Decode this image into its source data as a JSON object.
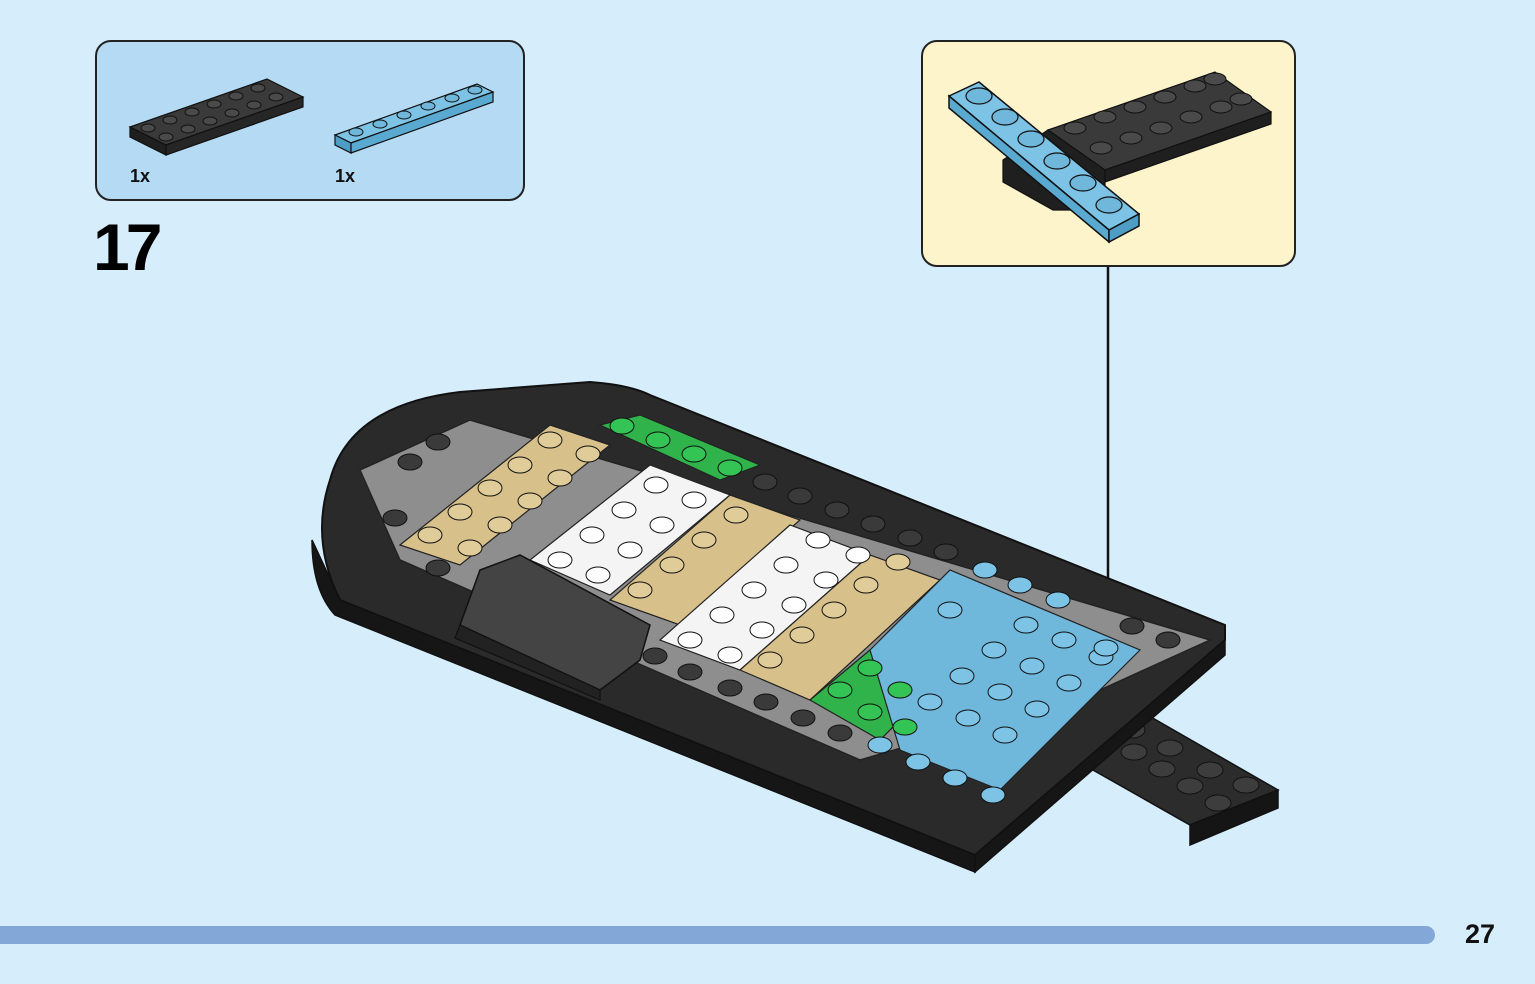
{
  "step": {
    "number": "17"
  },
  "parts": [
    {
      "quantity": "1x",
      "color": "black",
      "shape": "plate-2x6"
    },
    {
      "quantity": "1x",
      "color": "light-blue",
      "shape": "plate-1x6"
    }
  ],
  "page": {
    "number": "27"
  },
  "colors": {
    "background": "#d6edfb",
    "parts_panel": "#b5daf3",
    "callout_panel": "#fdf4cc",
    "progress_bar": "#83a8d8",
    "brick_black": "#2b2b2b",
    "brick_light_blue": "#6fb8dc",
    "brick_tan": "#d8c08a",
    "brick_white": "#f4f4f4",
    "brick_green": "#2fb34a",
    "brick_gray": "#9a9a9a"
  }
}
